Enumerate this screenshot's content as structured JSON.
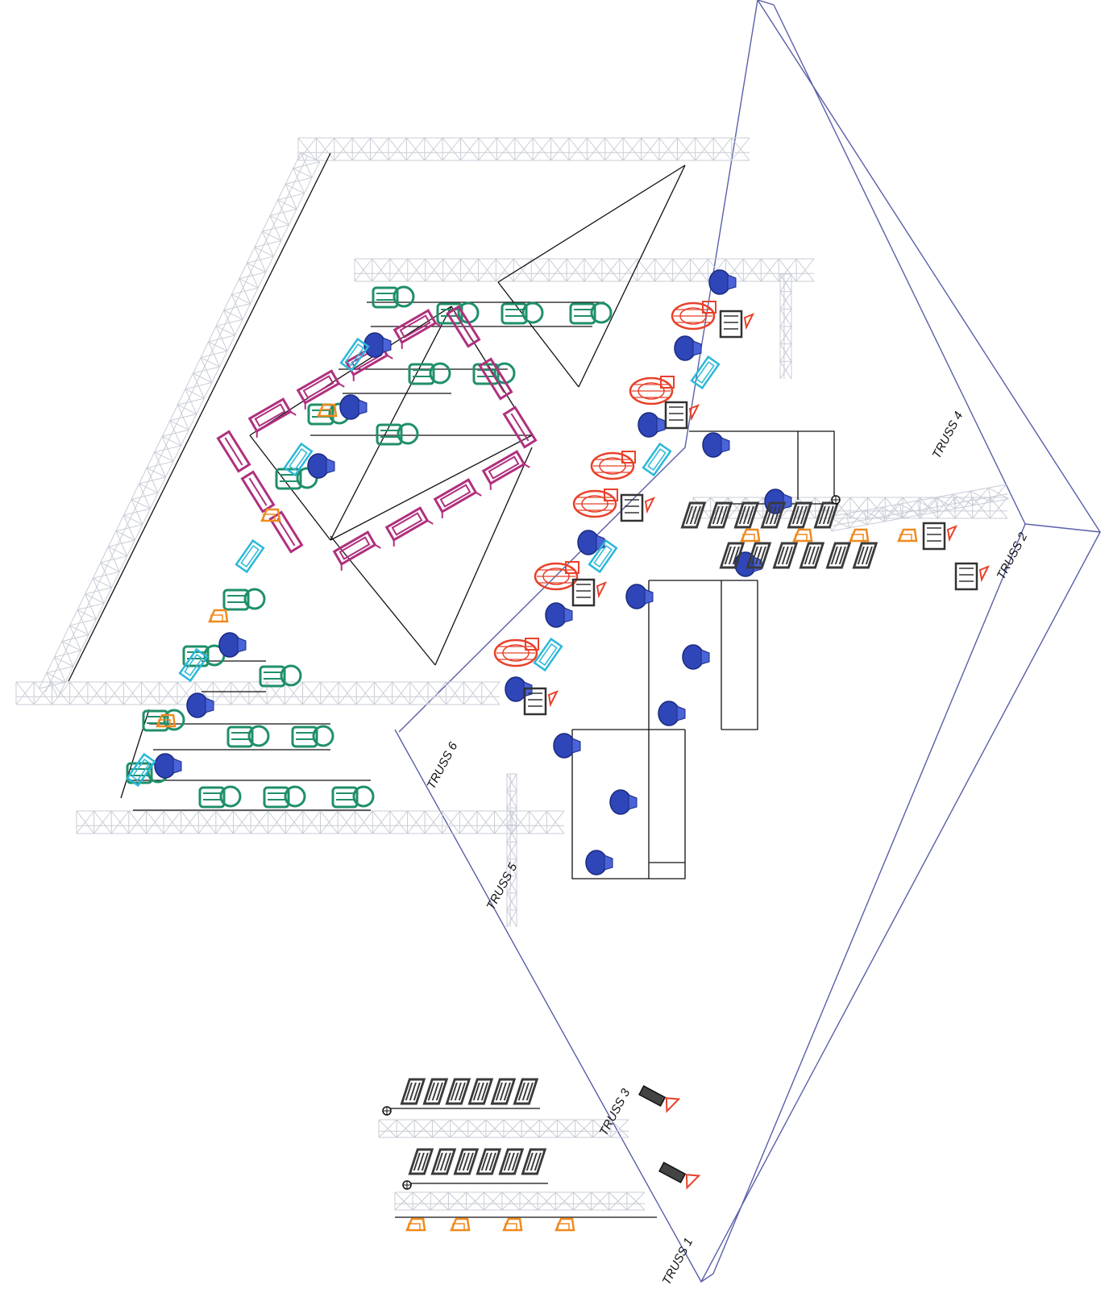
{
  "diagram": {
    "truss_labels": {
      "truss1": "TRUSS 1",
      "truss2": "TRUSS 2",
      "truss3": "TRUSS 3",
      "truss4": "TRUSS 4",
      "truss5": "TRUSS 5",
      "truss6": "TRUSS 6"
    },
    "colors": {
      "stage_outline": "#5a5fa8",
      "truss": "#c9ccd6",
      "cable": "#111111",
      "wash_fixture": "#1f8f6a",
      "led_bar": "#b0307e",
      "beam_fixture": "#2f46b8",
      "profile_fixture": "#e8412a",
      "blinder": "#3a3a3a",
      "cyan_fixture": "#2bb8d8",
      "orange_fixture": "#f08a1e"
    },
    "fixture_types": [
      "wash-fixture-icon",
      "led-bar-icon",
      "beam-fixture-icon",
      "profile-fixture-icon",
      "blinder-icon",
      "strobe-icon",
      "par-can-icon"
    ]
  }
}
